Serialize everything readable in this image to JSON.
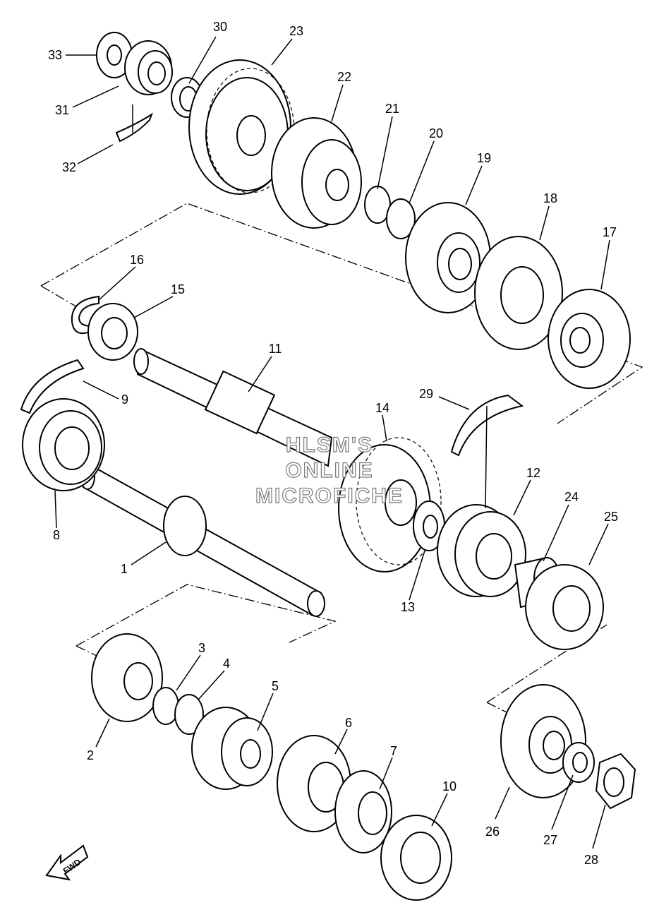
{
  "watermark": [
    "HLSM'S",
    "ONLINE",
    "MICROFICHE"
  ],
  "fwd_label": "FWD",
  "callouts": [
    {
      "id": "33",
      "text": "33"
    },
    {
      "id": "31",
      "text": "31"
    },
    {
      "id": "32",
      "text": "32"
    },
    {
      "id": "30",
      "text": "30"
    },
    {
      "id": "23",
      "text": "23"
    },
    {
      "id": "22",
      "text": "22"
    },
    {
      "id": "21",
      "text": "21"
    },
    {
      "id": "20",
      "text": "20"
    },
    {
      "id": "19",
      "text": "19"
    },
    {
      "id": "18",
      "text": "18"
    },
    {
      "id": "17",
      "text": "17"
    },
    {
      "id": "16",
      "text": "16"
    },
    {
      "id": "15",
      "text": "15"
    },
    {
      "id": "11",
      "text": "11"
    },
    {
      "id": "9",
      "text": "9"
    },
    {
      "id": "29",
      "text": "29"
    },
    {
      "id": "14",
      "text": "14"
    },
    {
      "id": "12",
      "text": "12"
    },
    {
      "id": "24",
      "text": "24"
    },
    {
      "id": "25",
      "text": "25"
    },
    {
      "id": "8",
      "text": "8"
    },
    {
      "id": "1",
      "text": "1"
    },
    {
      "id": "13",
      "text": "13"
    },
    {
      "id": "3",
      "text": "3"
    },
    {
      "id": "4",
      "text": "4"
    },
    {
      "id": "5",
      "text": "5"
    },
    {
      "id": "2",
      "text": "2"
    },
    {
      "id": "6",
      "text": "6"
    },
    {
      "id": "7",
      "text": "7"
    },
    {
      "id": "10",
      "text": "10"
    },
    {
      "id": "26",
      "text": "26"
    },
    {
      "id": "27",
      "text": "27"
    },
    {
      "id": "28",
      "text": "28"
    }
  ]
}
